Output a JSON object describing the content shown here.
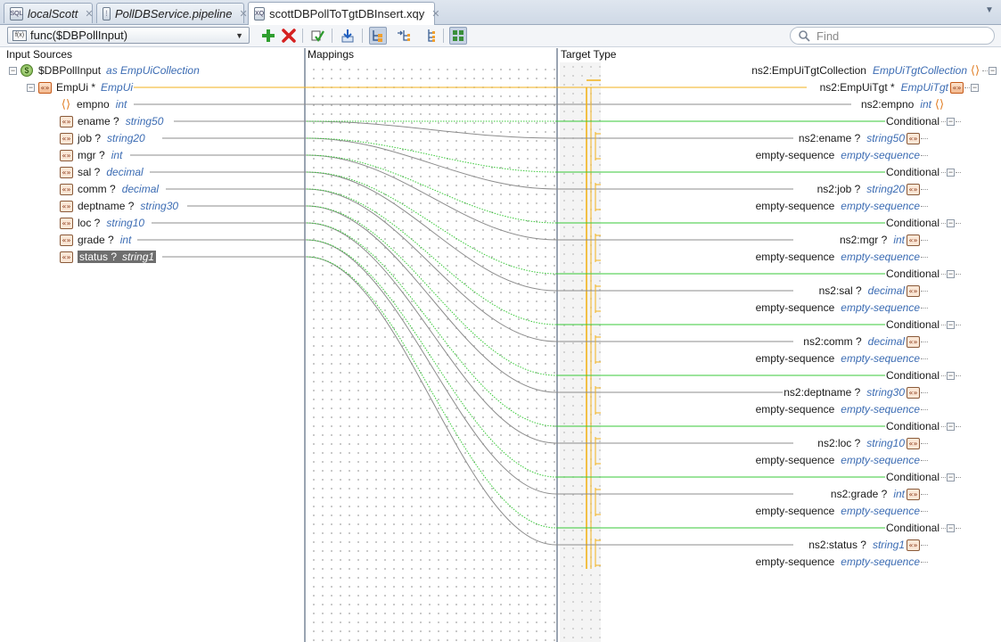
{
  "tabs": [
    {
      "label": "localScott",
      "icon": "sql-file-icon",
      "active": false
    },
    {
      "label": "PollDBService.pipeline",
      "icon": "pipeline-icon",
      "active": false
    },
    {
      "label": "scottDBPollToTgtDBInsert.xqy",
      "icon": "xquery-file-icon",
      "active": true
    }
  ],
  "toolbar": {
    "function_select": "func($DBPollInput)",
    "search_placeholder": "Find"
  },
  "panels": {
    "input_title": "Input Sources",
    "mappings_title": "Mappings",
    "target_title": "Target Type"
  },
  "source_tree": {
    "root": {
      "name": "$DBPollInput",
      "type": "as EmpUiCollection"
    },
    "group": {
      "name": "EmpUi *",
      "type": "EmpUi"
    },
    "fields": [
      {
        "name": "empno",
        "type": "int"
      },
      {
        "name": "ename ?",
        "type": "string50"
      },
      {
        "name": "job ?",
        "type": "string20"
      },
      {
        "name": "mgr ?",
        "type": "int"
      },
      {
        "name": "sal ?",
        "type": "decimal"
      },
      {
        "name": "comm ?",
        "type": "decimal"
      },
      {
        "name": "deptname ?",
        "type": "string30"
      },
      {
        "name": "loc ?",
        "type": "string10"
      },
      {
        "name": "grade ?",
        "type": "int"
      },
      {
        "name": "status ?",
        "type": "string1"
      }
    ]
  },
  "target_tree": {
    "root": {
      "name": "ns2:EmpUiTgtCollection",
      "type": "EmpUiTgtCollection"
    },
    "group": {
      "name": "ns2:EmpUiTgt *",
      "type": "EmpUiTgt"
    },
    "empno": {
      "name": "ns2:empno",
      "type": "int"
    },
    "conditional_label": "Conditional",
    "empty_label": "empty-sequence",
    "empty_type": "empty-sequence",
    "fields": [
      {
        "name": "ns2:ename ?",
        "type": "string50"
      },
      {
        "name": "ns2:job ?",
        "type": "string20"
      },
      {
        "name": "ns2:mgr ?",
        "type": "int"
      },
      {
        "name": "ns2:sal ?",
        "type": "decimal"
      },
      {
        "name": "ns2:comm ?",
        "type": "decimal"
      },
      {
        "name": "ns2:deptname ?",
        "type": "string30"
      },
      {
        "name": "ns2:loc ?",
        "type": "string10"
      },
      {
        "name": "ns2:grade ?",
        "type": "int"
      },
      {
        "name": "ns2:status ?",
        "type": "string1"
      }
    ]
  },
  "colors": {
    "mapping_line": "#8c8c8c",
    "condition_line": "#39c939",
    "group_line": "#f2b21b"
  }
}
